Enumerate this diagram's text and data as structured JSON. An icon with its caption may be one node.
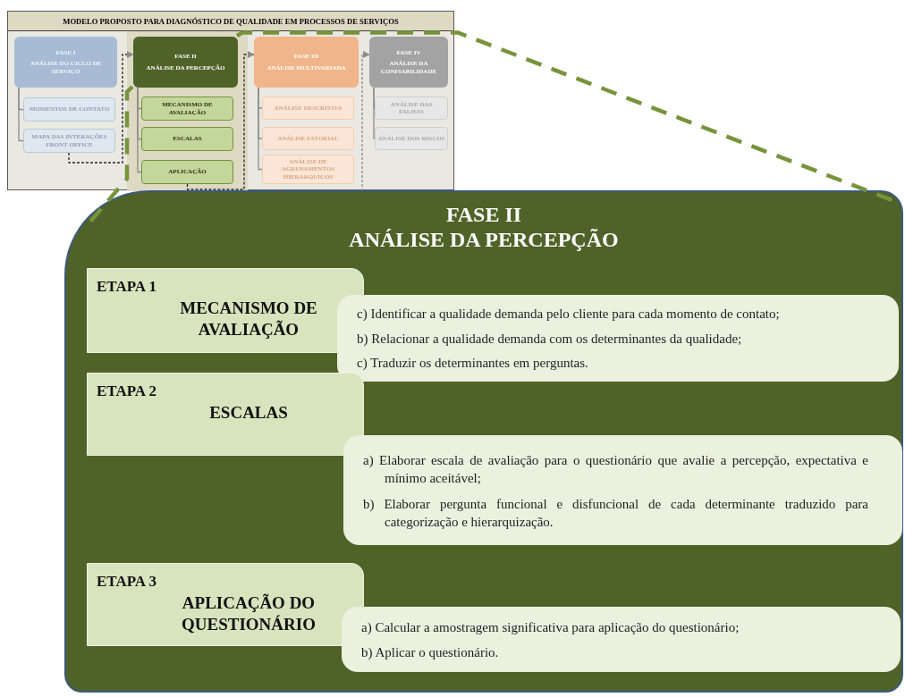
{
  "diagram": {
    "nodes": [
      {
        "text": [
          "MODELO PROPOSTO PARA DIAGNÓSTICO DE QUALIDADE EM PROCESSOS DE SERVIÇOS"
        ]
      },
      {
        "text": [
          "FASE I",
          "ANÁLISE DO CICLO DE SERVIÇO"
        ],
        "in": 0
      },
      {
        "text": [
          "FASE II",
          "ANÁLISE DA PERCEPÇÃO"
        ],
        "in": 0
      },
      {
        "text": [
          "FASE III",
          "ANÁLISE MULTIVARIADA"
        ],
        "in": 0
      },
      {
        "text": [
          "FASE IV",
          "ANÁLISE DA CONFIABILIDADE"
        ],
        "in": 0
      },
      {
        "text": [
          "MOMENTOS DE CONTATO"
        ],
        "in": 0
      },
      {
        "text": [
          "MAPA DAS INTERAÇÕES FRONT OFFICE"
        ],
        "in": 0
      },
      {
        "text": [
          "MECANISMO DE AVALIAÇÃO"
        ],
        "in": 0
      },
      {
        "text": [
          "ESCALAS"
        ],
        "in": 0
      },
      {
        "text": [
          "APLICAÇÃO"
        ],
        "in": 0
      },
      {
        "text": [
          "ANÁLISE DESCRITIVA"
        ],
        "in": 0
      },
      {
        "text": [
          "ANÁLISE FATORIAL"
        ],
        "in": 0
      },
      {
        "text": [
          "ANÁLISE DE AGRUPAMENTOS HIERARQUICOS"
        ],
        "in": 0
      },
      {
        "text": [
          "ANÁLISE DAS FALHAS"
        ],
        "in": 0
      },
      {
        "text": [
          "ANÁLISE DOS RISCOS"
        ],
        "in": 0
      },
      {
        "text": [
          "FASE II",
          "ANÁLISE DA PERCEPÇÃO"
        ]
      },
      {
        "text": [
          "ETAPA 1",
          "MECANISMO DE AVALIAÇÃO"
        ],
        "in": 15
      },
      {
        "text": [
          "c) Identificar a qualidade demanda pelo cliente para cada momento de contato;",
          "b) Relacionar a qualidade demanda com os determinantes da qualidade;",
          "c) Traduzir os determinantes em perguntas."
        ],
        "in": 15
      },
      {
        "text": [
          "ETAPA 2",
          "ESCALAS"
        ],
        "in": 15
      },
      {
        "text": [
          "a) Elaborar escala de avaliação para o questionário que avalie a percepção, expectativa e mínimo aceitável;",
          "b) Elaborar pergunta funcional e disfuncional de cada determinante traduzido para categorização e hierarquização."
        ],
        "in": 15
      },
      {
        "text": [
          "ETAPA 3",
          "APLICAÇÃO DO QUESTIONÁRIO"
        ],
        "in": 15
      },
      {
        "text": [
          "a) Calcular a amostragem significativa para aplicação do questionário;",
          "b) Aplicar o questionário."
        ],
        "in": 15
      }
    ],
    "edges": [
      {
        "from": 1,
        "to": 5,
        "arrow": "none"
      },
      {
        "from": 1,
        "to": 6,
        "arrow": "none"
      },
      {
        "from": 2,
        "to": 7,
        "arrow": "none"
      },
      {
        "from": 2,
        "to": 8,
        "arrow": "none"
      },
      {
        "from": 2,
        "to": 9,
        "arrow": "none"
      },
      {
        "from": 3,
        "to": 10,
        "arrow": "none"
      },
      {
        "from": 3,
        "to": 11,
        "arrow": "none"
      },
      {
        "from": 3,
        "to": 12,
        "arrow": "none"
      },
      {
        "from": 4,
        "to": 13,
        "arrow": "none"
      },
      {
        "from": 4,
        "to": 14,
        "arrow": "none"
      },
      {
        "from": 6,
        "to": 2,
        "arrow": "to",
        "style": "dashed",
        "color": "#262626"
      },
      {
        "from": 9,
        "to": 3,
        "arrow": "to",
        "style": "dashed",
        "color": "#262626"
      },
      {
        "from": null,
        "to": 4,
        "arrow": "to",
        "style": "dashed"
      },
      {
        "from": 2,
        "to": 15,
        "arrow": "none",
        "style": "dashed",
        "color": "#77933c"
      },
      {
        "from": 2,
        "to": 15,
        "arrow": "none",
        "style": "dashed",
        "color": "#77933c"
      }
    ]
  }
}
